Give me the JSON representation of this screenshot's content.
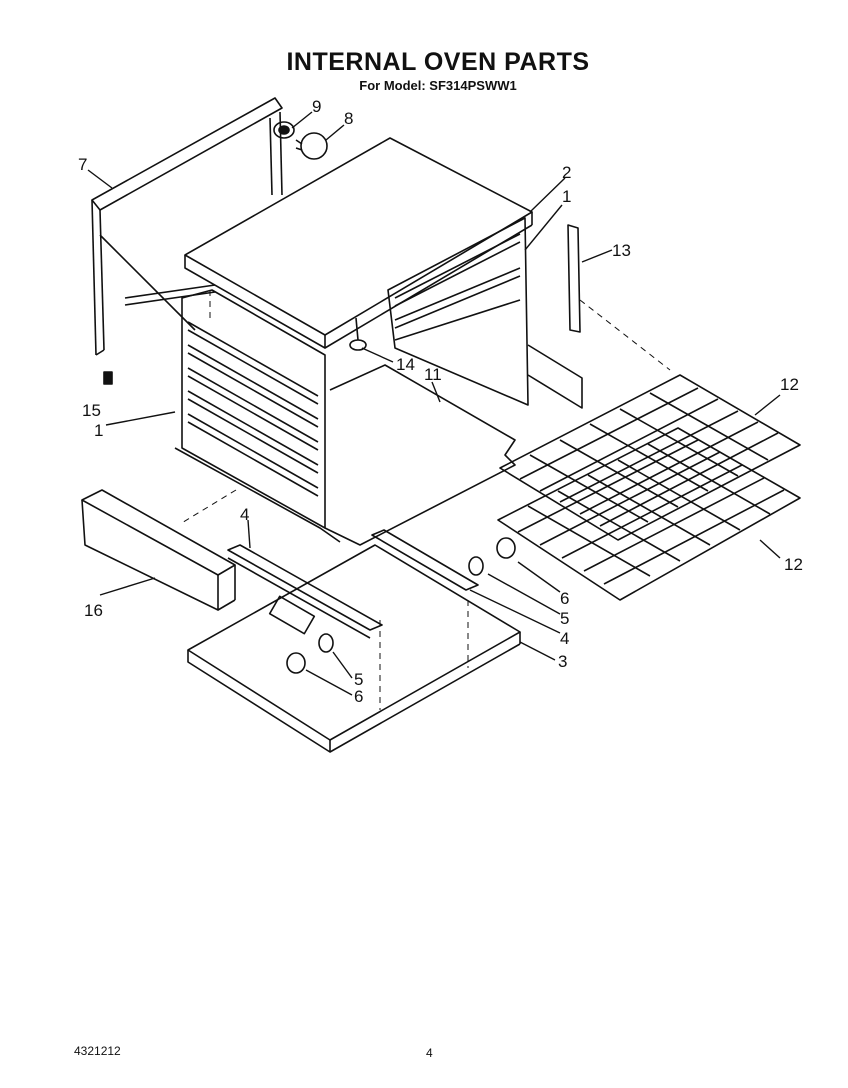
{
  "header": {
    "title": "INTERNAL OVEN PARTS",
    "subtitle": "For Model: SF314PSWW1"
  },
  "callouts": {
    "c1a": "1",
    "c1b": "1",
    "c2": "2",
    "c3": "3",
    "c4a": "4",
    "c4b": "4",
    "c5a": "5",
    "c5b": "5",
    "c6a": "6",
    "c6b": "6",
    "c7": "7",
    "c8": "8",
    "c9": "9",
    "c11": "11",
    "c12a": "12",
    "c12b": "12",
    "c13": "13",
    "c14": "14",
    "c15": "15",
    "c16": "16"
  },
  "footer": {
    "doc_number": "4321212",
    "page_number": "4"
  }
}
